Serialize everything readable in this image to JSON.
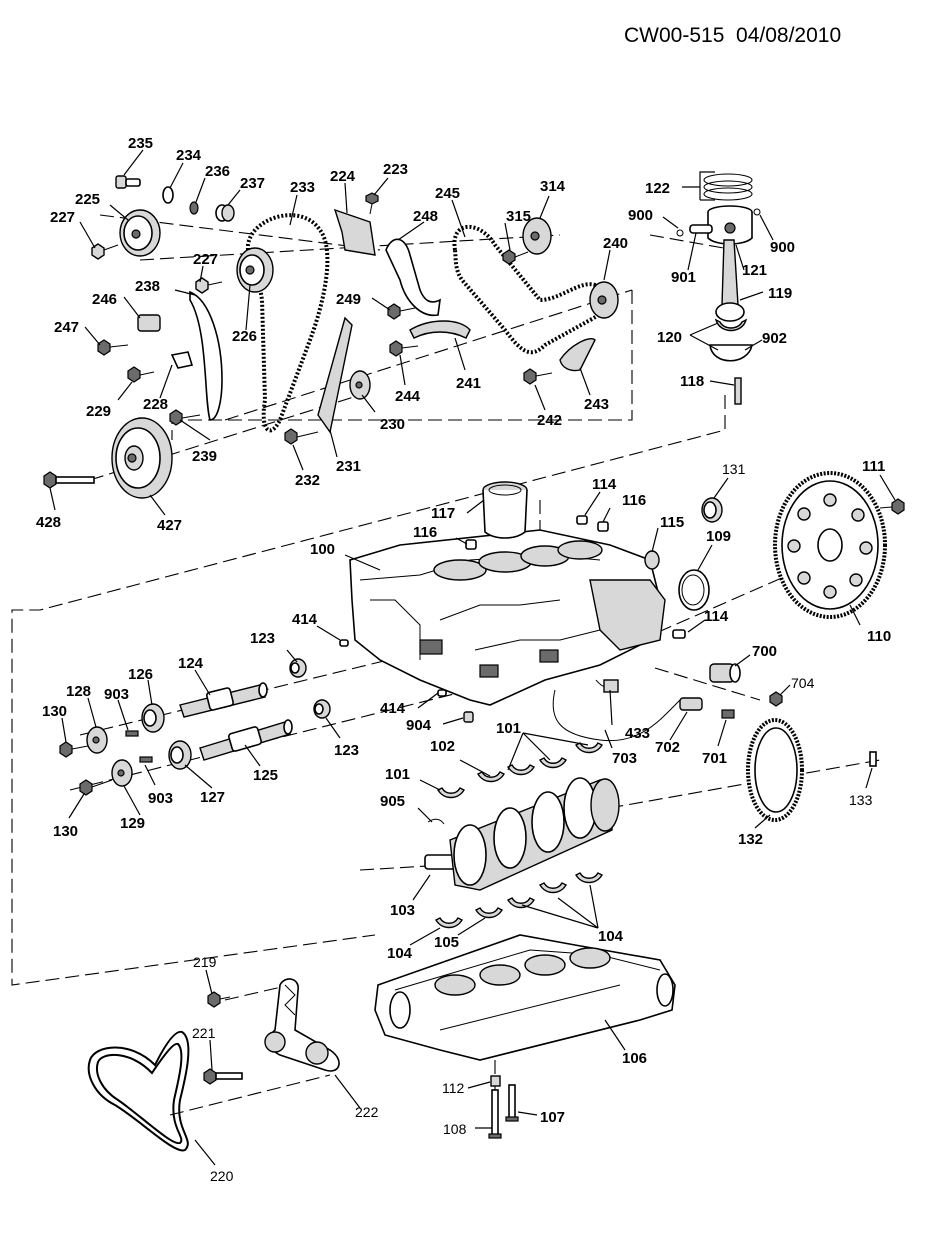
{
  "header": {
    "code": "CW00-515  04/08/2010"
  },
  "labels": [
    {
      "id": "235",
      "text": "235"
    },
    {
      "id": "234",
      "text": "234"
    },
    {
      "id": "236",
      "text": "236"
    },
    {
      "id": "237",
      "text": "237"
    },
    {
      "id": "233",
      "text": "233"
    },
    {
      "id": "224",
      "text": "224"
    },
    {
      "id": "223",
      "text": "223"
    },
    {
      "id": "245",
      "text": "245"
    },
    {
      "id": "314",
      "text": "314"
    },
    {
      "id": "122",
      "text": "122"
    },
    {
      "id": "225",
      "text": "225"
    },
    {
      "id": "227a",
      "text": "227"
    },
    {
      "id": "248",
      "text": "248"
    },
    {
      "id": "315",
      "text": "315"
    },
    {
      "id": "900a",
      "text": "900"
    },
    {
      "id": "240",
      "text": "240"
    },
    {
      "id": "900b",
      "text": "900"
    },
    {
      "id": "227b",
      "text": "227"
    },
    {
      "id": "901",
      "text": "901"
    },
    {
      "id": "121",
      "text": "121"
    },
    {
      "id": "246",
      "text": "246"
    },
    {
      "id": "238",
      "text": "238"
    },
    {
      "id": "249",
      "text": "249"
    },
    {
      "id": "119",
      "text": "119"
    },
    {
      "id": "247",
      "text": "247"
    },
    {
      "id": "226",
      "text": "226"
    },
    {
      "id": "120",
      "text": "120"
    },
    {
      "id": "902",
      "text": "902"
    },
    {
      "id": "241",
      "text": "241"
    },
    {
      "id": "244",
      "text": "244"
    },
    {
      "id": "118",
      "text": "118"
    },
    {
      "id": "229",
      "text": "229"
    },
    {
      "id": "228",
      "text": "228"
    },
    {
      "id": "243",
      "text": "243"
    },
    {
      "id": "230",
      "text": "230"
    },
    {
      "id": "242",
      "text": "242"
    },
    {
      "id": "239",
      "text": "239"
    },
    {
      "id": "231",
      "text": "231"
    },
    {
      "id": "232",
      "text": "232"
    },
    {
      "id": "131",
      "text": "131"
    },
    {
      "id": "111",
      "text": "111"
    },
    {
      "id": "428",
      "text": "428"
    },
    {
      "id": "427",
      "text": "427"
    },
    {
      "id": "114a",
      "text": "114"
    },
    {
      "id": "116a",
      "text": "116"
    },
    {
      "id": "117",
      "text": "117"
    },
    {
      "id": "115",
      "text": "115"
    },
    {
      "id": "116b",
      "text": "116"
    },
    {
      "id": "109",
      "text": "109"
    },
    {
      "id": "100",
      "text": "100"
    },
    {
      "id": "110",
      "text": "110"
    },
    {
      "id": "414a",
      "text": "414"
    },
    {
      "id": "114b",
      "text": "114"
    },
    {
      "id": "123a",
      "text": "123"
    },
    {
      "id": "700",
      "text": "700"
    },
    {
      "id": "124",
      "text": "124"
    },
    {
      "id": "126",
      "text": "126"
    },
    {
      "id": "704",
      "text": "704"
    },
    {
      "id": "128",
      "text": "128"
    },
    {
      "id": "903a",
      "text": "903"
    },
    {
      "id": "414b",
      "text": "414"
    },
    {
      "id": "130a",
      "text": "130"
    },
    {
      "id": "904",
      "text": "904"
    },
    {
      "id": "101a",
      "text": "101"
    },
    {
      "id": "433",
      "text": "433"
    },
    {
      "id": "102",
      "text": "102"
    },
    {
      "id": "123b",
      "text": "123"
    },
    {
      "id": "703",
      "text": "703"
    },
    {
      "id": "702",
      "text": "702"
    },
    {
      "id": "701",
      "text": "701"
    },
    {
      "id": "125",
      "text": "125"
    },
    {
      "id": "101b",
      "text": "101"
    },
    {
      "id": "903b",
      "text": "903"
    },
    {
      "id": "127",
      "text": "127"
    },
    {
      "id": "905",
      "text": "905"
    },
    {
      "id": "133",
      "text": "133"
    },
    {
      "id": "130b",
      "text": "130"
    },
    {
      "id": "129",
      "text": "129"
    },
    {
      "id": "132",
      "text": "132"
    },
    {
      "id": "103",
      "text": "103"
    },
    {
      "id": "104a",
      "text": "104"
    },
    {
      "id": "104b",
      "text": "104"
    },
    {
      "id": "105",
      "text": "105"
    },
    {
      "id": "219",
      "text": "219"
    },
    {
      "id": "221",
      "text": "221"
    },
    {
      "id": "106",
      "text": "106"
    },
    {
      "id": "112",
      "text": "112"
    },
    {
      "id": "222",
      "text": "222"
    },
    {
      "id": "107",
      "text": "107"
    },
    {
      "id": "108",
      "text": "108"
    },
    {
      "id": "220",
      "text": "220"
    }
  ]
}
